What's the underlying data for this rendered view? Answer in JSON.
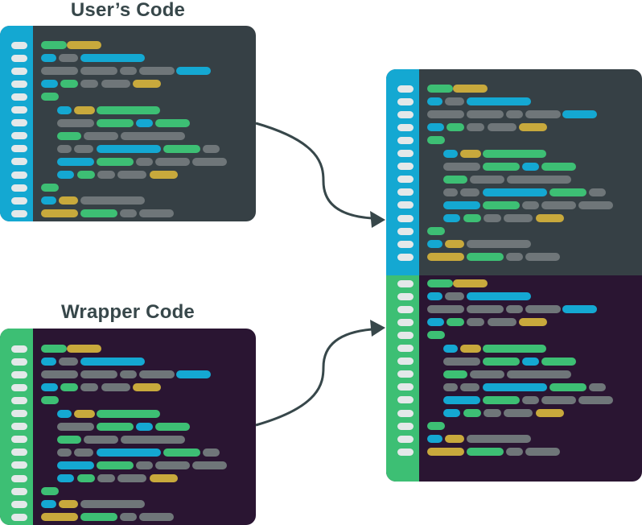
{
  "labels": {
    "user_code": "User’s Code",
    "wrapper_code": "Wrapper Code"
  },
  "colors": {
    "green": "#3dbf74",
    "yellow": "#c8a93c",
    "blue": "#14a8d2",
    "gray": "#6f7679",
    "user_bg": "#364045",
    "user_gutter": "#14a8d2",
    "wrapper_bg": "#2a1532",
    "wrapper_gutter": "#3dbf74",
    "line_number": "#e4e8e9",
    "arrow": "#37474a"
  },
  "code_lines": [
    [
      [
        "g",
        10,
        32
      ],
      [
        "y",
        42,
        43
      ]
    ],
    [
      [
        "b",
        10,
        19
      ],
      [
        "x",
        32,
        24
      ],
      [
        "b",
        59,
        80
      ]
    ],
    [
      [
        "x",
        10,
        46
      ],
      [
        "x",
        59,
        46
      ],
      [
        "x",
        108,
        21
      ],
      [
        "x",
        132,
        44
      ],
      [
        "b",
        178,
        43
      ]
    ],
    [
      [
        "b",
        10,
        21
      ],
      [
        "g",
        34,
        22
      ],
      [
        "x",
        59,
        22
      ],
      [
        "x",
        85,
        36
      ],
      [
        "y",
        124,
        35
      ]
    ],
    [
      [
        "g",
        10,
        22
      ]
    ],
    [
      [
        "b",
        30,
        18
      ],
      [
        "y",
        51,
        26
      ],
      [
        "g",
        79,
        79
      ]
    ],
    [
      [
        "x",
        30,
        46
      ],
      [
        "g",
        79,
        46
      ],
      [
        "b",
        128,
        21
      ],
      [
        "g",
        152,
        43
      ]
    ],
    [
      [
        "g",
        30,
        30
      ],
      [
        "x",
        63,
        43
      ],
      [
        "x",
        109,
        80
      ]
    ],
    [
      [
        "x",
        30,
        18
      ],
      [
        "x",
        51,
        24
      ],
      [
        "b",
        79,
        80
      ],
      [
        "g",
        162,
        46
      ],
      [
        "x",
        211,
        21
      ]
    ],
    [
      [
        "b",
        30,
        46
      ],
      [
        "g",
        79,
        46
      ],
      [
        "x",
        128,
        21
      ],
      [
        "x",
        152,
        43
      ],
      [
        "x",
        198,
        43
      ]
    ],
    [
      [
        "b",
        30,
        21
      ],
      [
        "g",
        55,
        22
      ],
      [
        "x",
        80,
        22
      ],
      [
        "x",
        105,
        36
      ],
      [
        "y",
        145,
        35
      ]
    ],
    [
      [
        "g",
        10,
        22
      ]
    ],
    [
      [
        "b",
        10,
        19
      ],
      [
        "y",
        32,
        24
      ],
      [
        "x",
        59,
        80
      ]
    ],
    [
      [
        "y",
        10,
        46
      ],
      [
        "g",
        59,
        46
      ],
      [
        "x",
        108,
        21
      ],
      [
        "x",
        132,
        43
      ]
    ]
  ]
}
